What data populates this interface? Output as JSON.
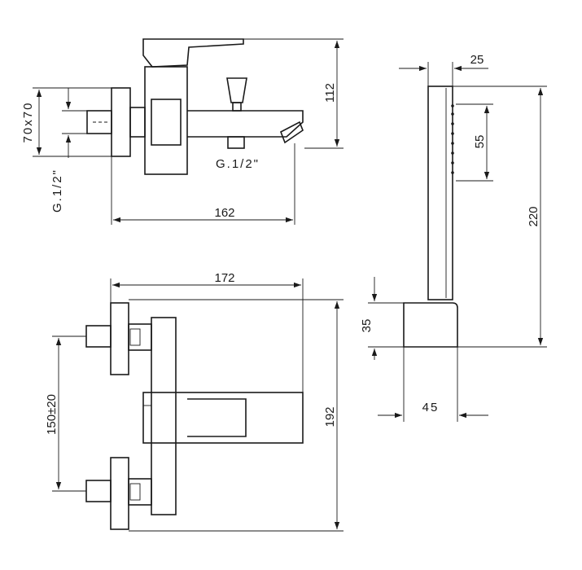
{
  "dimensions": {
    "side_height": "112",
    "side_length": "162",
    "side_flange": "70x70",
    "side_thread_spout": "G.1/2\"",
    "side_thread_wall": "G.1/2\"",
    "top_length": "172",
    "top_depth": "192",
    "top_centers": "150±20",
    "shower_width": "25",
    "shower_grip": "55",
    "shower_length": "220",
    "holder_height": "35",
    "holder_width": "45"
  }
}
